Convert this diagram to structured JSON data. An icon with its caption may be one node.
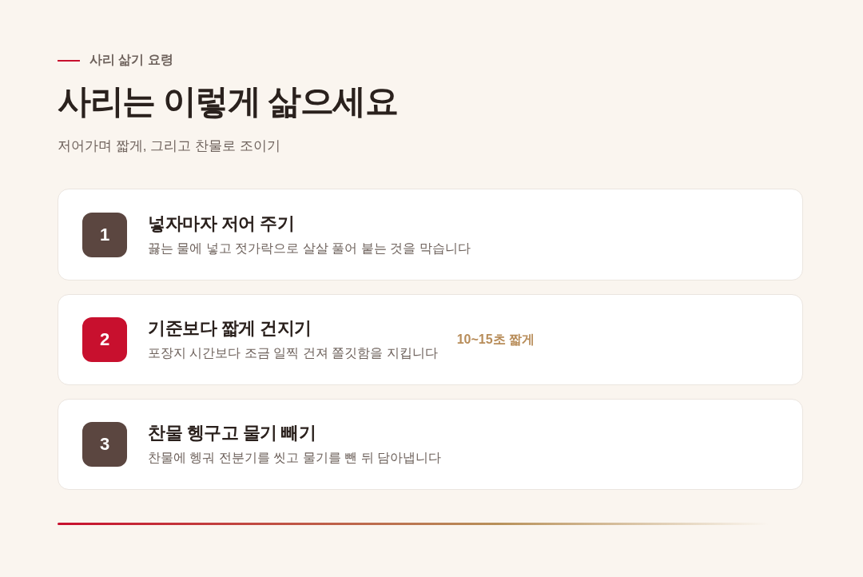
{
  "diagram": {
    "title": "사리는 이렇게 삶으세요",
    "nodes": [
      {
        "text": [
          "넣자마자 저어 주기",
          "끓는 물에 넣고 젓가락으로 살살 풀어 붙는 것을 막습니다"
        ]
      },
      {
        "text": [
          "1"
        ],
        "in": 0
      },
      {
        "text": [
          "기준보다 짧게 건지기",
          "포장지 시간보다 조금 일찍 건져 쫄깃함을 지킵니다",
          "10~15초 짧게"
        ]
      },
      {
        "text": [
          "2"
        ],
        "in": 2
      },
      {
        "text": [
          "찬물 헹구고 물기 빼기",
          "찬물에 헹궈 전분기를 씻고 물기를 뺀 뒤 담아냅니다"
        ]
      },
      {
        "text": [
          "3"
        ],
        "in": 4
      }
    ],
    "labels": [
      "사리 삶기 요령",
      "저어가며 짧게, 그리고 찬물로 조이기"
    ]
  }
}
